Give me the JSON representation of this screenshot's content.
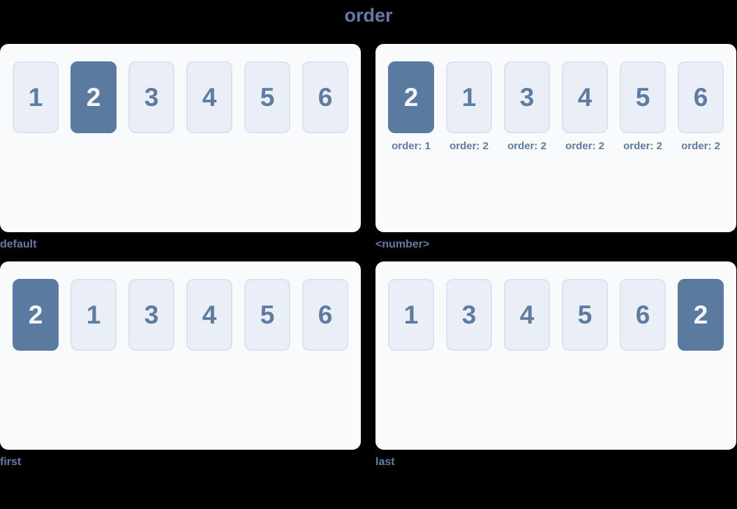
{
  "title": "order",
  "colors": {
    "page_background": "#000000",
    "card_background": "#f8fafc",
    "item_background": "#e9eef7",
    "item_border": "#dce3f0",
    "item_text": "#5e7ba1",
    "highlight_background": "#5b7aa0",
    "highlight_text": "#f3f6fa",
    "label_text": "#5e7ca4"
  },
  "panels": [
    {
      "label": "default",
      "items": [
        {
          "value": "1"
        },
        {
          "value": "2",
          "highlighted": true
        },
        {
          "value": "3"
        },
        {
          "value": "4"
        },
        {
          "value": "5"
        },
        {
          "value": "6"
        }
      ]
    },
    {
      "label": "<number>",
      "items": [
        {
          "value": "2",
          "highlighted": true,
          "caption": "order: 1"
        },
        {
          "value": "1",
          "caption": "order: 2"
        },
        {
          "value": "3",
          "caption": "order: 2"
        },
        {
          "value": "4",
          "caption": "order: 2"
        },
        {
          "value": "5",
          "caption": "order: 2"
        },
        {
          "value": "6",
          "caption": "order: 2"
        }
      ]
    },
    {
      "label": "first",
      "items": [
        {
          "value": "2",
          "highlighted": true
        },
        {
          "value": "1"
        },
        {
          "value": "3"
        },
        {
          "value": "4"
        },
        {
          "value": "5"
        },
        {
          "value": "6"
        }
      ]
    },
    {
      "label": "last",
      "items": [
        {
          "value": "1"
        },
        {
          "value": "3"
        },
        {
          "value": "4"
        },
        {
          "value": "5"
        },
        {
          "value": "6"
        },
        {
          "value": "2",
          "highlighted": true
        }
      ]
    }
  ]
}
